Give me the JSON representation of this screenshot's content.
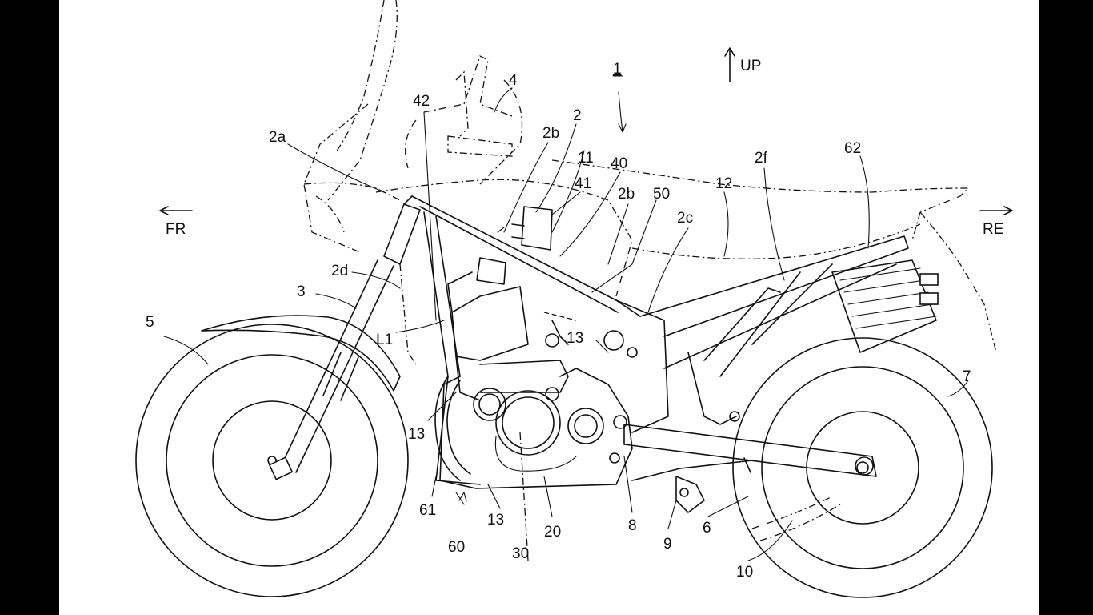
{
  "direction_labels": {
    "up": "UP",
    "front": "FR",
    "rear": "RE"
  },
  "reference_labels": [
    {
      "id": "ref-1",
      "text": "1"
    },
    {
      "id": "ref-4",
      "text": "4"
    },
    {
      "id": "ref-42",
      "text": "42"
    },
    {
      "id": "ref-2",
      "text": "2"
    },
    {
      "id": "ref-2a",
      "text": "2a"
    },
    {
      "id": "ref-2b-top",
      "text": "2b"
    },
    {
      "id": "ref-11",
      "text": "11"
    },
    {
      "id": "ref-40",
      "text": "40"
    },
    {
      "id": "ref-41",
      "text": "41"
    },
    {
      "id": "ref-2b-mid",
      "text": "2b"
    },
    {
      "id": "ref-50",
      "text": "50"
    },
    {
      "id": "ref-12",
      "text": "12"
    },
    {
      "id": "ref-2f",
      "text": "2f"
    },
    {
      "id": "ref-62",
      "text": "62"
    },
    {
      "id": "ref-2c",
      "text": "2c"
    },
    {
      "id": "ref-2d",
      "text": "2d"
    },
    {
      "id": "ref-3",
      "text": "3"
    },
    {
      "id": "ref-5",
      "text": "5"
    },
    {
      "id": "ref-L1",
      "text": "L1"
    },
    {
      "id": "ref-13-upper",
      "text": "13"
    },
    {
      "id": "ref-13-left",
      "text": "13"
    },
    {
      "id": "ref-13-bottom",
      "text": "13"
    },
    {
      "id": "ref-7",
      "text": "7"
    },
    {
      "id": "ref-61",
      "text": "61"
    },
    {
      "id": "ref-60",
      "text": "60"
    },
    {
      "id": "ref-30",
      "text": "30"
    },
    {
      "id": "ref-20",
      "text": "20"
    },
    {
      "id": "ref-8",
      "text": "8"
    },
    {
      "id": "ref-9",
      "text": "9"
    },
    {
      "id": "ref-6",
      "text": "6"
    },
    {
      "id": "ref-10",
      "text": "10"
    }
  ]
}
